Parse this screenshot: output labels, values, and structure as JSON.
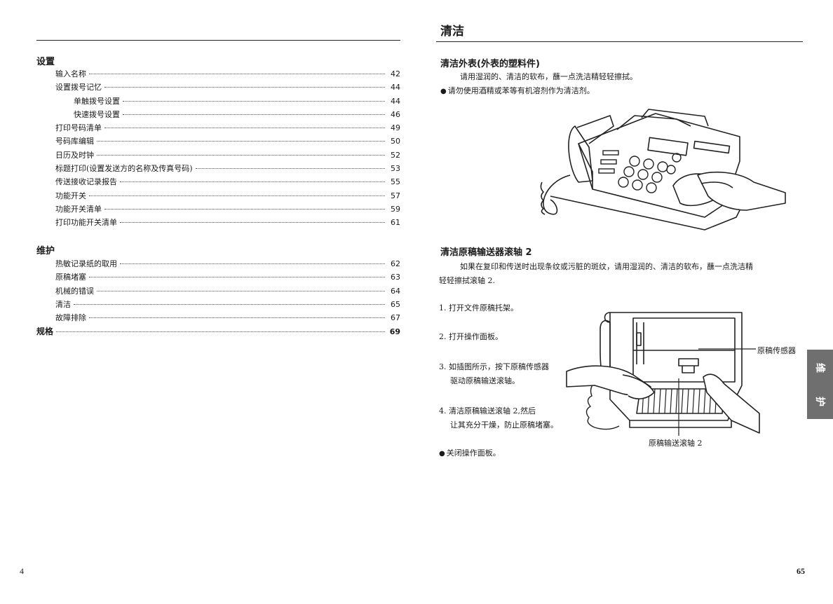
{
  "left_page": {
    "page_number": "4",
    "sections": [
      {
        "title": "设置",
        "entries": [
          {
            "label": "输入名称",
            "page": "42",
            "level": 1
          },
          {
            "label": "设置拨号记忆",
            "page": "44",
            "level": 1
          },
          {
            "label": "单触拨号设置",
            "page": "44",
            "level": 2
          },
          {
            "label": "快速拨号设置",
            "page": "46",
            "level": 2
          },
          {
            "label": "打印号码清单",
            "page": "49",
            "level": 1
          },
          {
            "label": "号码库编辑",
            "page": "50",
            "level": 1
          },
          {
            "label": "日历及时钟",
            "page": "52",
            "level": 1
          },
          {
            "label": "标题打印(设置发送方的名称及传真号码)",
            "page": "53",
            "level": 1
          },
          {
            "label": "传送接收记录报告",
            "page": "55",
            "level": 1
          },
          {
            "label": "功能开关",
            "page": "57",
            "level": 1
          },
          {
            "label": "功能开关清单",
            "page": "59",
            "level": 1
          },
          {
            "label": "打印功能开关清单",
            "page": "61",
            "level": 1
          }
        ]
      },
      {
        "title": "维护",
        "entries": [
          {
            "label": "热敏记录纸的取用",
            "page": "62",
            "level": 1
          },
          {
            "label": "原稿堵塞",
            "page": "63",
            "level": 1
          },
          {
            "label": "机械的错误",
            "page": "64",
            "level": 1
          },
          {
            "label": "清洁",
            "page": "65",
            "level": 1
          },
          {
            "label": "故障排除",
            "page": "67",
            "level": 1
          },
          {
            "label": "规格",
            "page": "69",
            "level": 0
          }
        ]
      }
    ]
  },
  "right_page": {
    "page_number": "65",
    "title": "清洁",
    "section1": {
      "heading": "清洁外表(外表的塑料件)",
      "text": "请用湿润的、清洁的软布，蘸一点洗洁精轻轻擦拭。",
      "note": "请勿使用酒精或苯等有机溶剂作为清洁剂。"
    },
    "section2": {
      "heading": "清洁原稿输送器滚轴 2",
      "text_line1": "如果在复印和传送时出现条纹或污脏的斑纹，请用湿润的、清洁的软布，蘸一点洗洁精",
      "text_line2": "轻轻擦拭滚轴 2.",
      "steps": [
        {
          "line1": "1.  打开文件原稿托架。",
          "line2": ""
        },
        {
          "line1": "2.  打开操作面板。",
          "line2": ""
        },
        {
          "line1": "3.  如插图所示，按下原稿传感器",
          "line2": "驱动原稿输送滚轴。"
        },
        {
          "line1": "4.  清洁原稿输送滚轴 2,然后",
          "line2": "让其充分干燥，防止原稿堵塞。"
        }
      ],
      "note": "关闭操作面板。",
      "callout_sensor": "原稿传感器",
      "callout_roller": "原稿输送滚轴 2"
    },
    "side_tab": [
      "维",
      "护"
    ]
  }
}
